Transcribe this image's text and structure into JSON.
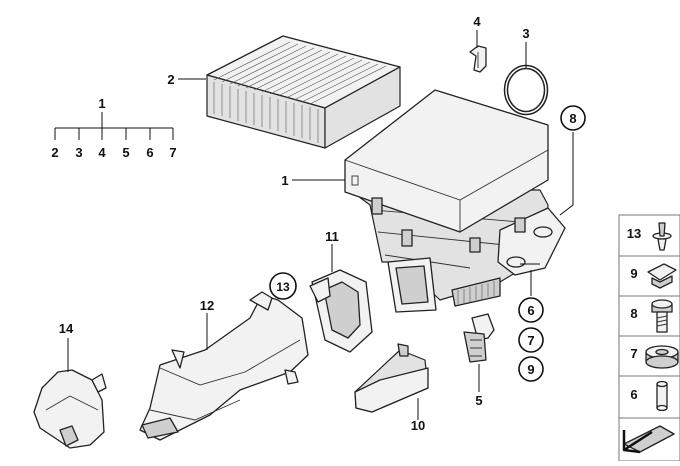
{
  "callouts": {
    "c1": "1",
    "c2": "2",
    "c3": "3",
    "c4": "4",
    "c5": "5",
    "c6": "6",
    "c7": "7",
    "c8": "8",
    "c9": "9",
    "c10": "10",
    "c11": "11",
    "c12": "12",
    "c13": "13",
    "c14": "14"
  },
  "tree": {
    "root": "1",
    "children": [
      "2",
      "3",
      "4",
      "5",
      "6",
      "7"
    ]
  },
  "side_panel": {
    "items": [
      "13",
      "9",
      "8",
      "7",
      "6"
    ]
  },
  "colors": {
    "line": "#222222",
    "fill_light": "#f2f2f2",
    "fill_dark": "#cfcfcf",
    "panel_border": "#777777"
  },
  "icons": {
    "bottom_right": "arrow-direction-icon"
  }
}
